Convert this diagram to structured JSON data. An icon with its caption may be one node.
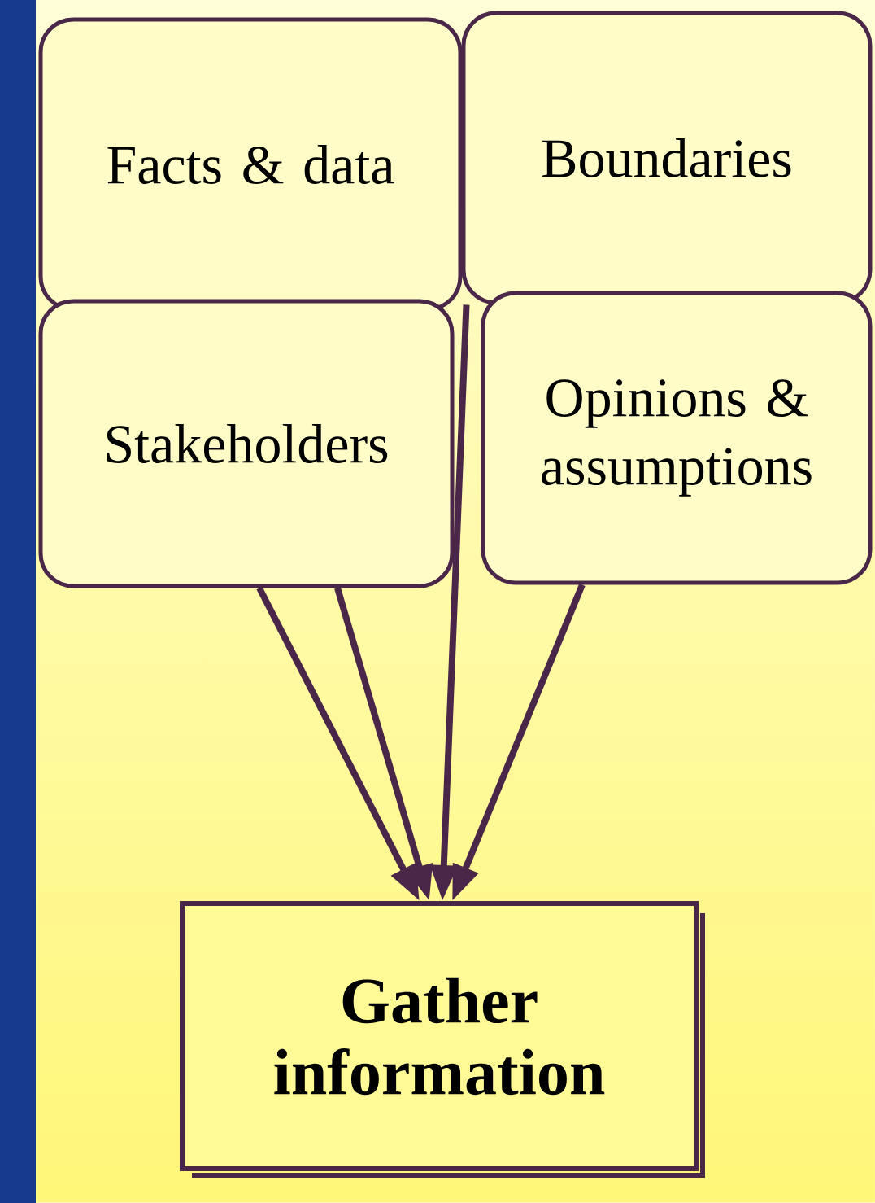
{
  "diagram": {
    "nodes": [
      {
        "text": [
          "Facts & data"
        ]
      },
      {
        "text": [
          "Boundaries"
        ]
      },
      {
        "text": [
          "Stakeholders"
        ]
      },
      {
        "text": [
          "Opinions & assumptions"
        ]
      },
      {
        "text": [
          "Gather information"
        ]
      }
    ],
    "edges": [
      {
        "from": 2,
        "to": 4,
        "arrow": "to"
      },
      {
        "from": 2,
        "to": 4,
        "arrow": "to"
      },
      {
        "from": 1,
        "to": 4,
        "arrow": "to"
      },
      {
        "from": 3,
        "to": 4,
        "arrow": "to"
      }
    ]
  }
}
